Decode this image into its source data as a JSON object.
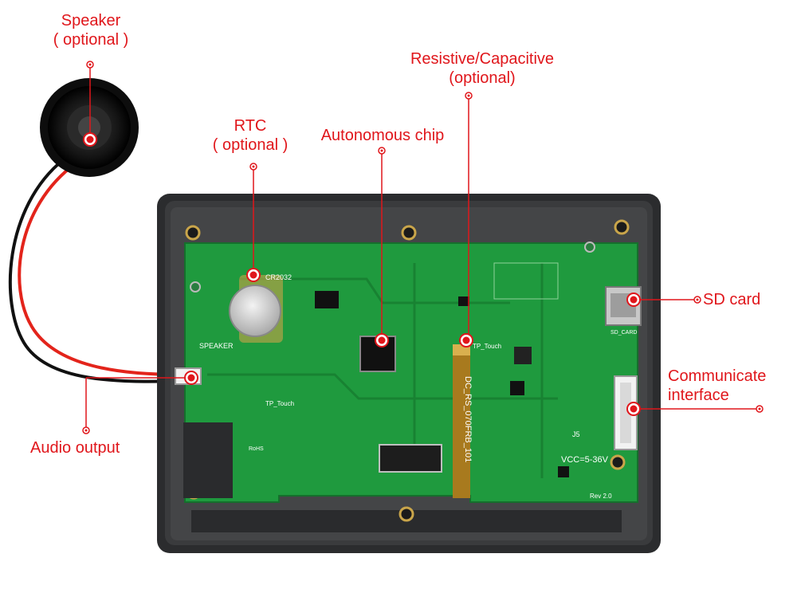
{
  "labels": {
    "speaker": {
      "line1": "Speaker",
      "line2": "( optional )"
    },
    "rtc": {
      "line1": "RTC",
      "line2": "( optional )"
    },
    "chip": {
      "line1": "Autonomous chip"
    },
    "touch": {
      "line1": "Resistive/Capacitive",
      "line2": "(optional)"
    },
    "sd": {
      "line1": "SD card"
    },
    "comm": {
      "line1": "Communicate",
      "line2": "interface"
    },
    "audio": {
      "line1": "Audio output"
    }
  },
  "board_print": {
    "battery": "CR2032",
    "model": "DC_RS_070FRB_101",
    "voltage": "VCC=5-36V",
    "sd_silk": "SD_CARD",
    "speaker_silk": "SPEAKER",
    "rev": "Rev 2.0",
    "rohs": "RoHS",
    "tp_touch": "TP_Touch",
    "j5": "J5"
  },
  "colors": {
    "accent": "#e0161b",
    "pcb": "#1f9a3e",
    "enclosure": "#2b2c2e"
  }
}
